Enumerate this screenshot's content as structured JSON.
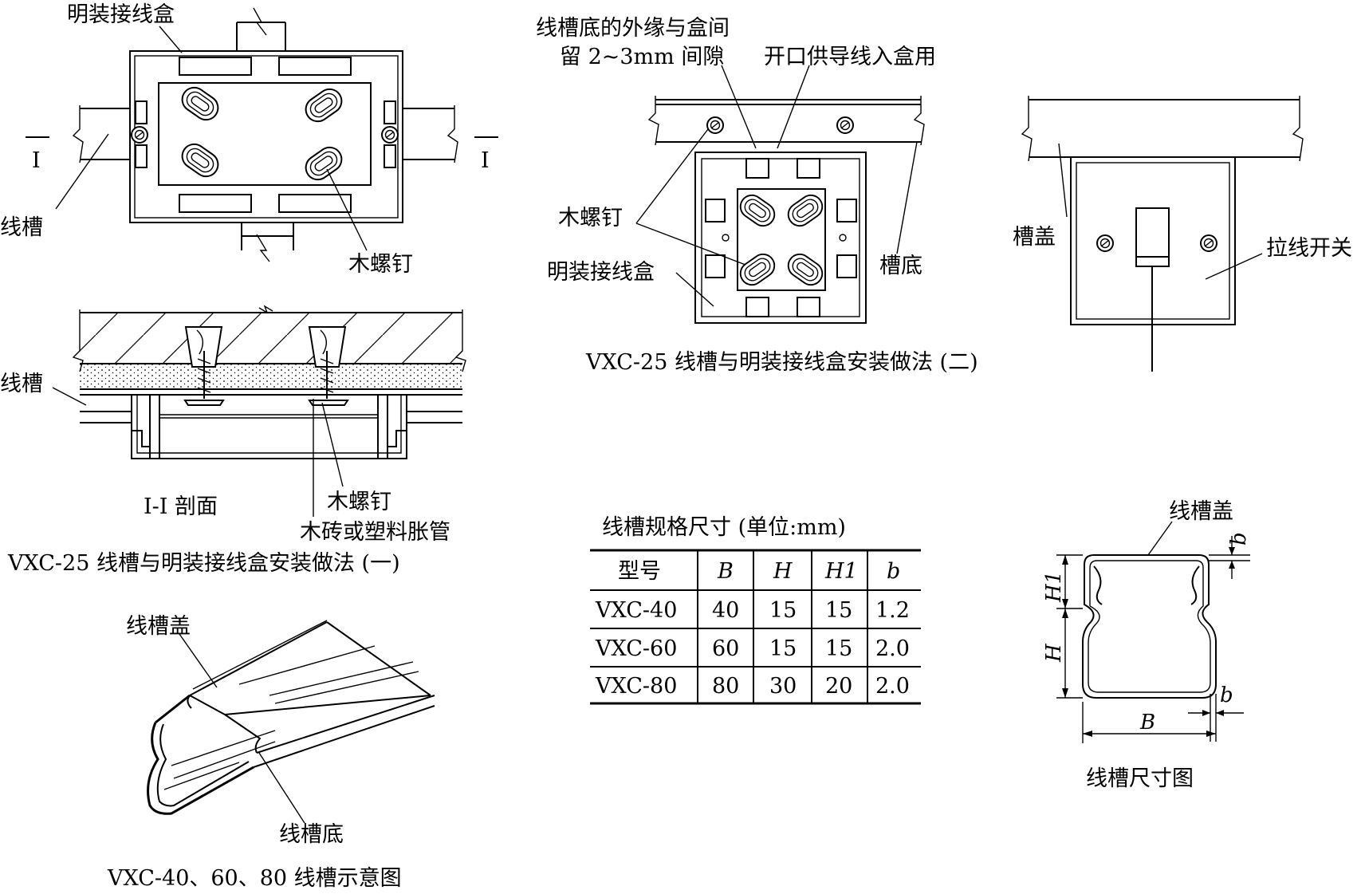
{
  "fig1": {
    "box_label": "明装接线盒",
    "section_mark_left": "I",
    "section_mark_right": "I",
    "trough_label": "线槽",
    "screw_label": "木螺钉",
    "section_trough_label": "线槽",
    "section_title": "I-I 剖面",
    "section_screw_label": "木螺钉",
    "anchor_label": "木砖或塑料胀管",
    "caption": "VXC-25 线槽与明装接线盒安装做法 (一)"
  },
  "fig2": {
    "gap_label_line1": "线槽底的外缘与盒间",
    "gap_label_line2": "留 2~3mm 间隙",
    "opening_label": "开口供导线入盒用",
    "screw_label": "木螺钉",
    "box_label": "明装接线盒",
    "bottom_label": "槽底",
    "cover_label": "槽盖",
    "switch_label": "拉线开关",
    "caption": "VXC-25 线槽与明装接线盒安装做法 (二)"
  },
  "fig3": {
    "cover_label": "线槽盖",
    "bottom_label": "线槽底",
    "caption": "VXC-40、60、80 线槽示意图"
  },
  "spec_table": {
    "title": "线槽规格尺寸 (单位:mm)",
    "headers": [
      "型号",
      "B",
      "H",
      "H1",
      "b"
    ],
    "rows": [
      [
        "VXC-40",
        "40",
        "15",
        "15",
        "1.2"
      ],
      [
        "VXC-60",
        "60",
        "15",
        "15",
        "2.0"
      ],
      [
        "VXC-80",
        "80",
        "30",
        "20",
        "2.0"
      ]
    ]
  },
  "fig4": {
    "cover_label": "线槽盖",
    "dim_b_top": "b",
    "dim_h1": "H1",
    "dim_h": "H",
    "dim_b_bottom": "b",
    "dim_B": "B",
    "caption": "线槽尺寸图"
  }
}
